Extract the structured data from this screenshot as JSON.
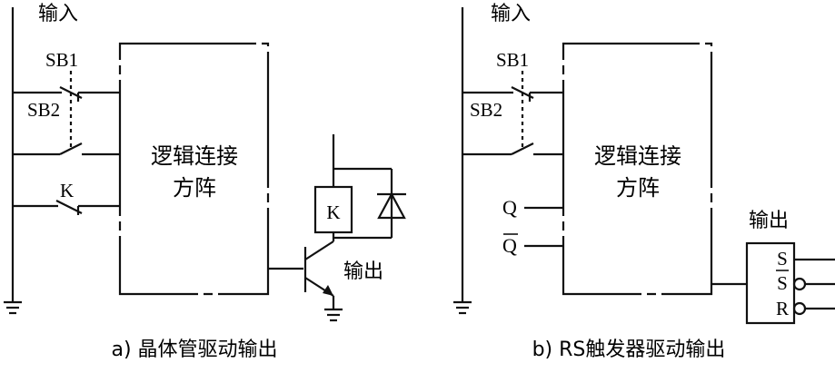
{
  "left": {
    "input_label": "输入",
    "sb1": "SB1",
    "sb2": "SB2",
    "k_contact": "K",
    "block": [
      "逻辑连接",
      "方阵"
    ],
    "relay": "K",
    "output": "输出",
    "caption": "a) 晶体管驱动输出"
  },
  "right": {
    "input_label": "输入",
    "sb1": "SB1",
    "sb2": "SB2",
    "q": "Q",
    "q_bar": "Q",
    "block": [
      "逻辑连接",
      "方阵"
    ],
    "output": "输出",
    "ff_pins": [
      "S",
      "S",
      "R"
    ],
    "caption": "b) RS触发器驱动输出"
  }
}
